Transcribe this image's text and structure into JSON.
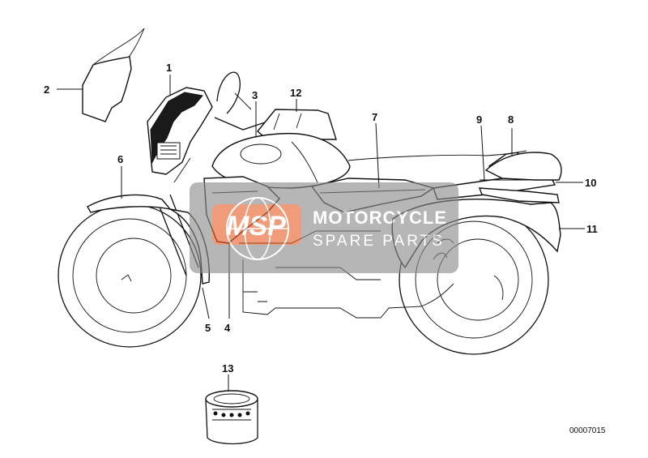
{
  "callouts": [
    {
      "num": "1"
    },
    {
      "num": "2"
    },
    {
      "num": "3"
    },
    {
      "num": "4"
    },
    {
      "num": "5"
    },
    {
      "num": "6"
    },
    {
      "num": "7"
    },
    {
      "num": "8"
    },
    {
      "num": "9"
    },
    {
      "num": "10"
    },
    {
      "num": "11"
    },
    {
      "num": "12"
    },
    {
      "num": "13"
    }
  ],
  "reference_number": "00007015",
  "watermark": {
    "logo": "MSP",
    "title": "MOTORCYCLE",
    "subtitle": "SPARE PARTS",
    "colors": {
      "logo_bg": "#e8602c",
      "box_bg": "#8a8a8a"
    }
  }
}
